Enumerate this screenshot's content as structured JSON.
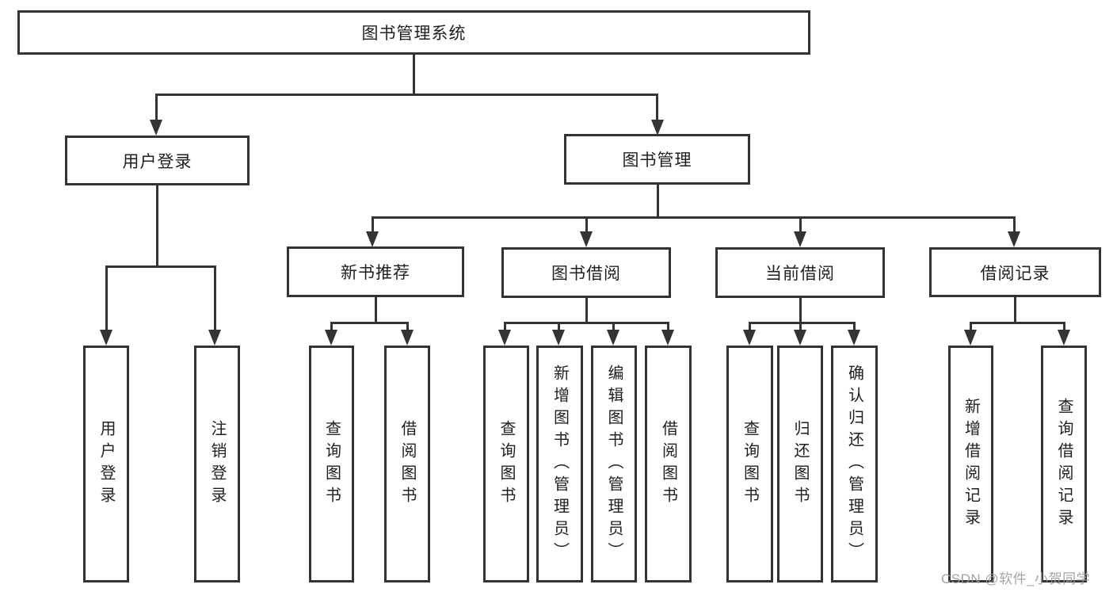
{
  "colors": {
    "line": "#343434",
    "text": "#1f1f1f",
    "watermark": "#9a9a9a",
    "background": "#ffffff"
  },
  "watermark": {
    "text": "CSDN @软件_小贺同学"
  },
  "tree": {
    "root": {
      "label": "图书管理系统"
    },
    "branches": [
      {
        "label": "用户登录",
        "children": [
          {
            "label": "用户登录"
          },
          {
            "label": "注销登录"
          }
        ]
      },
      {
        "label": "图书管理",
        "groups": [
          {
            "label": "新书推荐",
            "children": [
              {
                "label": "查询图书"
              },
              {
                "label": "借阅图书"
              }
            ]
          },
          {
            "label": "图书借阅",
            "children": [
              {
                "label": "查询图书"
              },
              {
                "label": "新增图书（管理员）"
              },
              {
                "label": "编辑图书（管理员）"
              },
              {
                "label": "借阅图书"
              }
            ]
          },
          {
            "label": "当前借阅",
            "children": [
              {
                "label": "查询图书"
              },
              {
                "label": "归还图书"
              },
              {
                "label": "确认归还（管理员）"
              }
            ]
          },
          {
            "label": "借阅记录",
            "children": [
              {
                "label": "新增借阅记录"
              },
              {
                "label": "查询借阅记录"
              }
            ]
          }
        ]
      }
    ]
  }
}
